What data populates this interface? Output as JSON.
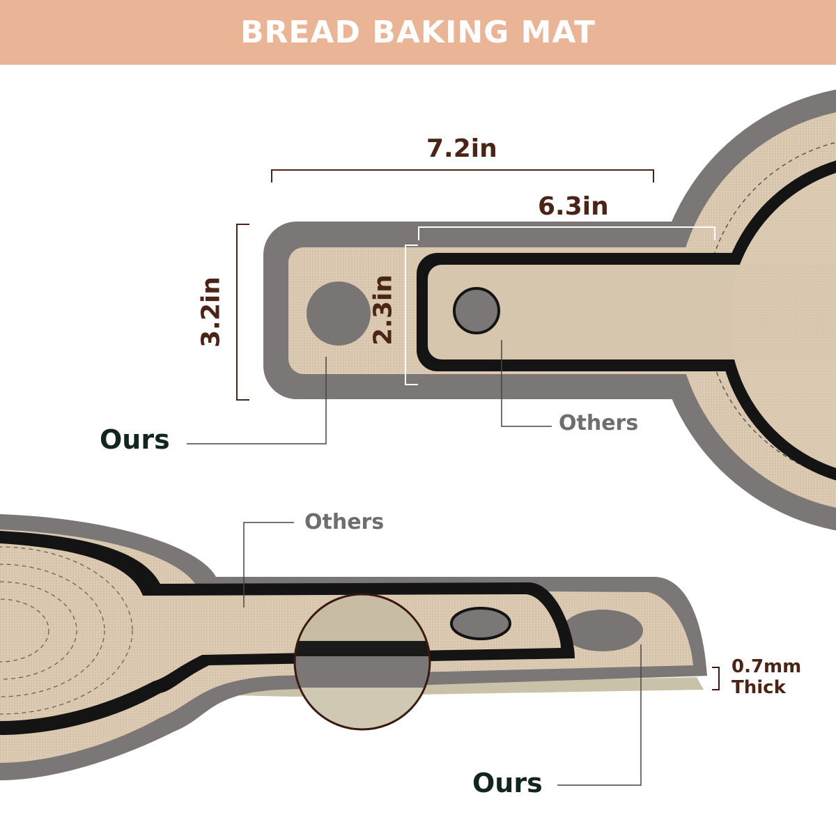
{
  "banner": {
    "title": "BREAD BAKING MAT"
  },
  "colors": {
    "banner_bg": "#e9b596",
    "mat_border": "#7a7776",
    "mat_fabric": "#dccbb2",
    "others_border": "#141414",
    "dimension_text": "#4a2416",
    "ours_text": "#13261d",
    "others_text": "#6e6e6e"
  },
  "top_view": {
    "width_ours": "7.2in",
    "width_others": "6.3in",
    "height_ours": "3.2in",
    "height_others": "2.3in",
    "ours_label": "Ours",
    "others_label": "Others"
  },
  "side_view": {
    "others_label": "Others",
    "ours_label": "Ours",
    "thickness_value": "0.7mm",
    "thickness_unit": "Thick"
  }
}
